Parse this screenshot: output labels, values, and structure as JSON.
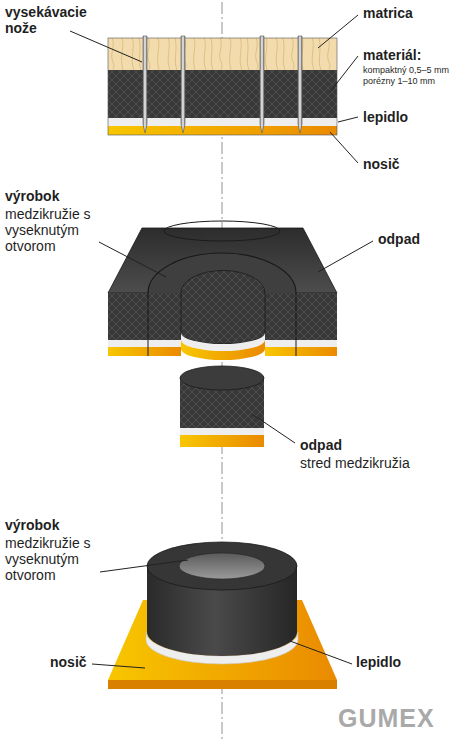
{
  "diagram": {
    "labels": [
      "vysekávacie nože",
      "matrica",
      "materiál:",
      "kompaktný 0,5–5 mm",
      "porézny 1–10 mm",
      "lepidlo",
      "nosič",
      "výrobok",
      "medzikružie s vyseknutým otvorom",
      "odpad",
      "odpad",
      "stred medzikružia",
      "výrobok",
      "medzikružie s vyseknutým otvorom",
      "nosič",
      "lepidlo",
      "GUMEX"
    ]
  }
}
